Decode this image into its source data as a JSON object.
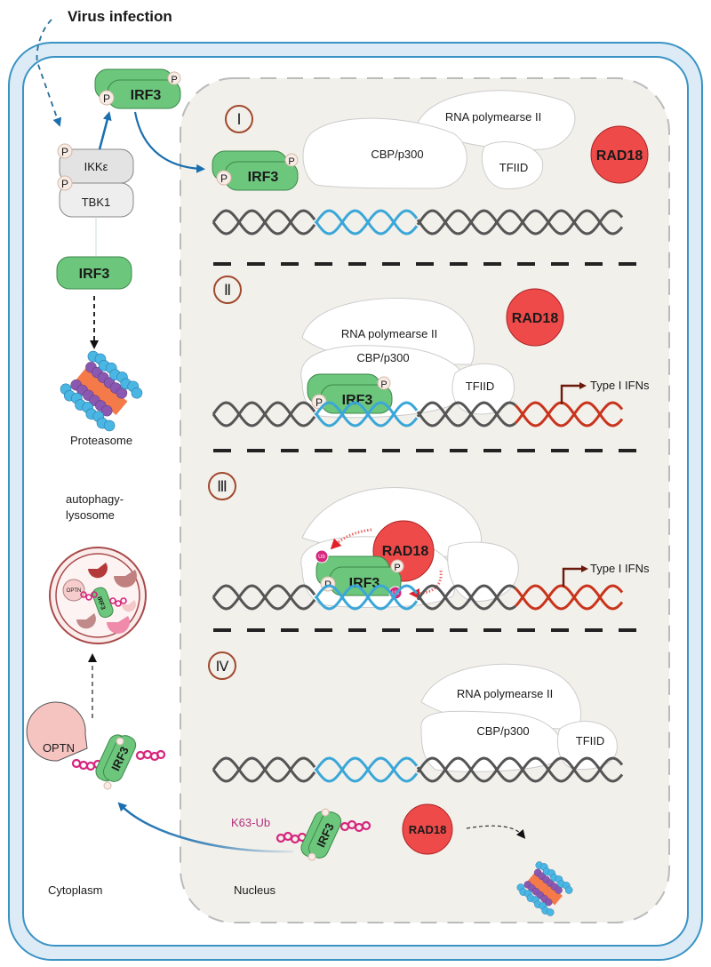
{
  "title": "Virus infection",
  "compartments": {
    "cytoplasm": "Cytoplasm",
    "nucleus": "Nucleus"
  },
  "proteins": {
    "irf3": "IRF3",
    "ikke": "IKKε",
    "tbk1": "TBK1",
    "rad18": "RAD18",
    "optn": "OPTN",
    "cbp": "CBP/p300",
    "pol2": "RNA polymearse II",
    "tfiid": "TFIID",
    "p": "P",
    "ub": "Ub"
  },
  "labels": {
    "proteasome": "Proteasome",
    "autophagy_line1": "autophagy-",
    "autophagy_line2": "lysosome",
    "type1_ifns": "Type I IFNs",
    "k63_ub": "K63-Ub"
  },
  "stages": [
    "Ⅰ",
    "Ⅱ",
    "Ⅲ",
    "Ⅳ"
  ],
  "colors": {
    "irf3_green": "#6cc67c",
    "rad18_red": "#ef4a4a",
    "membrane_blue": "#3a93c4",
    "dna_gray": "#555555",
    "dna_blue": "#3aa7d8",
    "dna_red": "#c8341c",
    "ub_pink": "#d6267e",
    "nucleus_bg": "#f2f0eb"
  }
}
